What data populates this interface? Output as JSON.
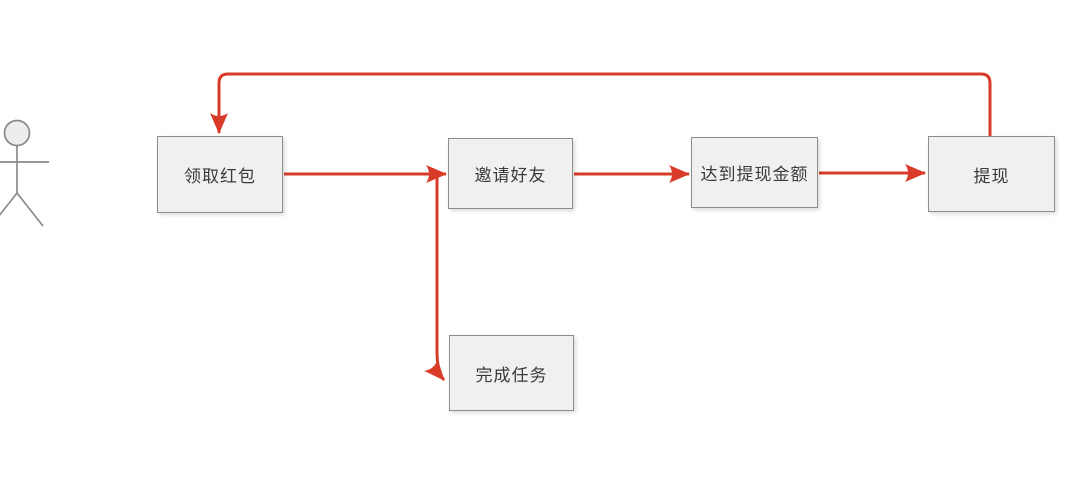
{
  "diagram": {
    "type": "flowchart",
    "actor": {
      "name": "user",
      "icon": "stick-figure-actor-icon"
    },
    "nodes": [
      {
        "id": "receive-red-packet",
        "label": "领取红包"
      },
      {
        "id": "invite-friends",
        "label": "邀请好友"
      },
      {
        "id": "reach-withdrawal-amount",
        "label": "达到提现金额"
      },
      {
        "id": "withdraw",
        "label": "提现"
      },
      {
        "id": "complete-tasks",
        "label": "完成任务"
      }
    ],
    "edges": [
      {
        "from": "领取红包",
        "to": "邀请好友",
        "direction": "right"
      },
      {
        "from": "领取红包",
        "to": "完成任务",
        "direction": "down-branch"
      },
      {
        "from": "邀请好友",
        "to": "达到提现金额",
        "direction": "right"
      },
      {
        "from": "达到提现金额",
        "to": "提现",
        "direction": "right"
      },
      {
        "from": "提现",
        "to": "领取红包",
        "direction": "loop-over-top"
      }
    ],
    "colors": {
      "arrow": "#d93b29",
      "node_fill": "#f1f0ee",
      "node_border": "#8d8d8d",
      "node_text": "#3b3b3b",
      "actor_stroke": "#8a8a8a",
      "background": "#ffffff"
    }
  }
}
